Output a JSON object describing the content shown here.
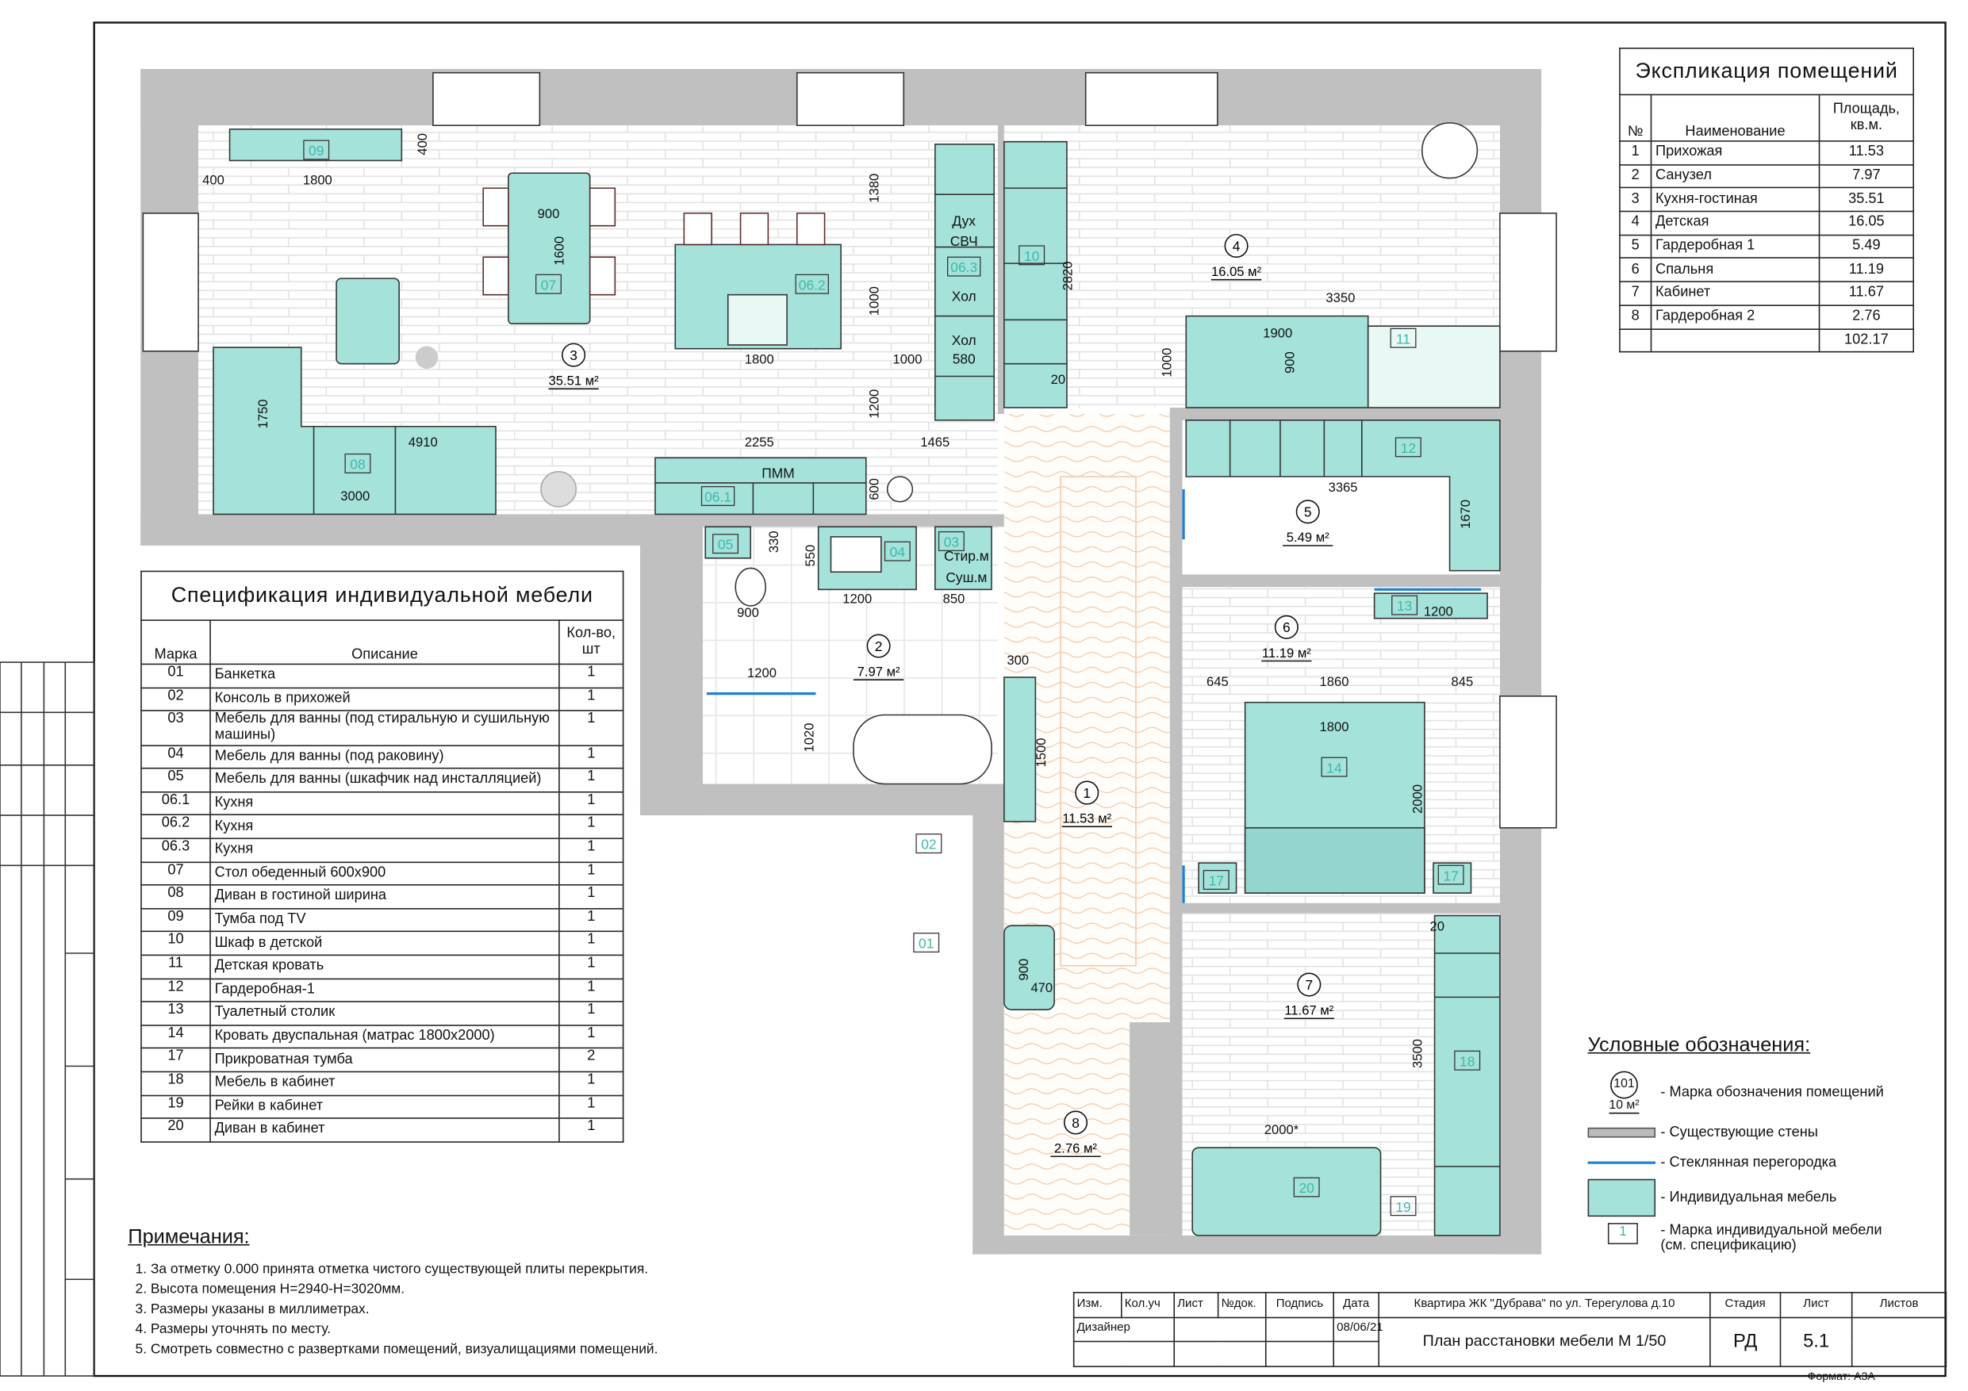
{
  "colors": {
    "wall": "#c0c0c0",
    "furniture": "#a4e2da",
    "mark_text": "#3fb8ab",
    "glass": "#1e7fd6",
    "floor_line": "#e4e4e4",
    "corridor_line": "#f0c9a8"
  },
  "explication": {
    "title": "Экспликация помещений",
    "headers": {
      "num": "№",
      "name": "Наименование",
      "area": "Площадь, кв.м."
    },
    "rows": [
      {
        "num": "1",
        "name": "Прихожая",
        "area": "11.53"
      },
      {
        "num": "2",
        "name": "Санузел",
        "area": "7.97"
      },
      {
        "num": "3",
        "name": "Кухня-гостиная",
        "area": "35.51"
      },
      {
        "num": "4",
        "name": "Детская",
        "area": "16.05"
      },
      {
        "num": "5",
        "name": "Гардеробная 1",
        "area": "5.49"
      },
      {
        "num": "6",
        "name": "Спальня",
        "area": "11.19"
      },
      {
        "num": "7",
        "name": "Кабинет",
        "area": "11.67"
      },
      {
        "num": "8",
        "name": "Гардеробная 2",
        "area": "2.76"
      }
    ],
    "total": "102.17"
  },
  "spec": {
    "title": "Спецификация индивидуальной мебели",
    "headers": {
      "mark": "Марка",
      "desc": "Описание",
      "qty": "Кол-во, шт"
    },
    "rows": [
      {
        "mark": "01",
        "desc": "Банкетка",
        "qty": "1"
      },
      {
        "mark": "02",
        "desc": "Консоль в прихожей",
        "qty": "1"
      },
      {
        "mark": "03",
        "desc": "Мебель для ванны (под стиральную и сушильную машины)",
        "qty": "1"
      },
      {
        "mark": "04",
        "desc": "Мебель для ванны (под раковину)",
        "qty": "1"
      },
      {
        "mark": "05",
        "desc": "Мебель для ванны (шкафчик над инсталляцией)",
        "qty": "1"
      },
      {
        "mark": "06.1",
        "desc": "Кухня",
        "qty": "1"
      },
      {
        "mark": "06.2",
        "desc": "Кухня",
        "qty": "1"
      },
      {
        "mark": "06.3",
        "desc": "Кухня",
        "qty": "1"
      },
      {
        "mark": "07",
        "desc": "Стол обеденный 600x900",
        "qty": "1"
      },
      {
        "mark": "08",
        "desc": "Диван в гостиной ширина",
        "qty": "1"
      },
      {
        "mark": "09",
        "desc": "Тумба под TV",
        "qty": "1"
      },
      {
        "mark": "10",
        "desc": "Шкаф в детской",
        "qty": "1"
      },
      {
        "mark": "11",
        "desc": "Детская кровать",
        "qty": "1"
      },
      {
        "mark": "12",
        "desc": "Гардеробная-1",
        "qty": "1"
      },
      {
        "mark": "13",
        "desc": "Туалетный столик",
        "qty": "1"
      },
      {
        "mark": "14",
        "desc": "Кровать двуспальная (матрас 1800x2000)",
        "qty": "1"
      },
      {
        "mark": "17",
        "desc": "Прикроватная тумба",
        "qty": "2"
      },
      {
        "mark": "18",
        "desc": "Мебель в кабинет",
        "qty": "1"
      },
      {
        "mark": "19",
        "desc": "Рейки в кабинет",
        "qty": "1"
      },
      {
        "mark": "20",
        "desc": "Диван в кабинет",
        "qty": "1"
      }
    ]
  },
  "notes": {
    "title": "Примечания:",
    "items": [
      "За отметку 0.000 принята отметка чистого существующей плиты перекрытия.",
      "Высота помещения H=2940-H=3020мм.",
      "Размеры указаны в миллиметрах.",
      "Размеры уточнять по месту.",
      "Смотреть совместно с развертками помещений, визуалищациями помещений."
    ]
  },
  "legend": {
    "title": "Условные обозначения:",
    "sample_num": "101",
    "sample_area": "10 м²",
    "sample_mark": "1",
    "items": [
      "- Марка обозначения помещений",
      "- Существующие стены",
      "- Стеклянная перегородка",
      "- Индивидуальная мебель",
      "- Марка индивидуальной мебели",
      "(см. спецификацию)"
    ]
  },
  "title_block": {
    "headers": [
      "Изм.",
      "Кол.уч",
      "Лист",
      "№док.",
      "Подпись",
      "Дата"
    ],
    "designer": "Дизайнер",
    "date": "08/06/21",
    "project": "Квартира  ЖК \"Дубрава\" по ул. Терегулова д.10",
    "sheet_title": "План расстановки мебели М 1/50",
    "stage_label": "Стадия",
    "sheet_label": "Лист",
    "sheets_label": "Листов",
    "stage": "РД",
    "sheet": "5.1",
    "sheets": "",
    "format": "Формат: А3А"
  },
  "plan": {
    "rooms": [
      {
        "num": "1",
        "area": "11.53 м²"
      },
      {
        "num": "2",
        "area": "7.97 м²"
      },
      {
        "num": "3",
        "area": "35.51 м²"
      },
      {
        "num": "4",
        "area": "16.05 м²"
      },
      {
        "num": "5",
        "area": "5.49 м²"
      },
      {
        "num": "6",
        "area": "11.19 м²"
      },
      {
        "num": "7",
        "area": "11.67 м²"
      },
      {
        "num": "8",
        "area": "2.76 м²"
      }
    ],
    "marks": [
      "09",
      "07",
      "06.2",
      "06.3",
      "10",
      "08",
      "06.1",
      "05",
      "04",
      "03",
      "11",
      "12",
      "13",
      "14",
      "17",
      "17",
      "18",
      "20",
      "19",
      "02",
      "01"
    ],
    "appliance_labels": [
      "Дух",
      "СВЧ",
      "Хол",
      "Хол",
      "580",
      "ПММ",
      "Стир.м",
      "Суш.м"
    ],
    "dims": [
      "400",
      "1800",
      "400",
      "900",
      "1600",
      "1380",
      "1000",
      "1800",
      "1000",
      "2820",
      "1200",
      "2255",
      "1465",
      "4910",
      "3000",
      "1750",
      "600",
      "3350",
      "1900",
      "900",
      "1000",
      "3365",
      "1670",
      "330",
      "550",
      "1200",
      "850",
      "900",
      "1200",
      "1020",
      "300",
      "1500",
      "1200",
      "645",
      "1860",
      "845",
      "1800",
      "2000",
      "3500",
      "2000*",
      "20",
      "20",
      "900",
      "470"
    ]
  }
}
